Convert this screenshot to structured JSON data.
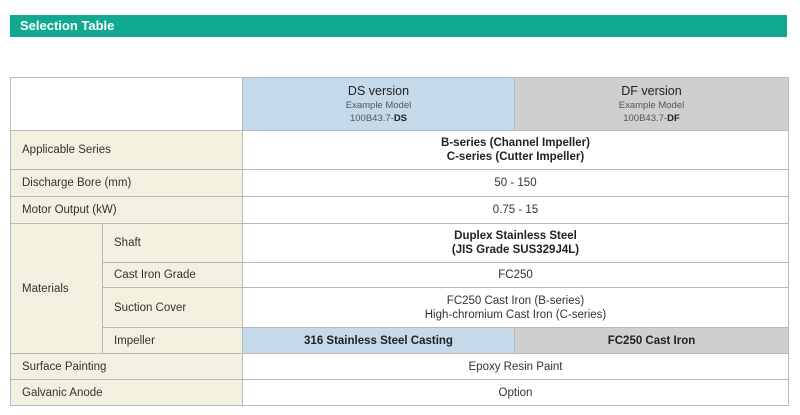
{
  "title": "Selection Table",
  "columns": {
    "ds": {
      "name": "DS version",
      "example_label": "Example Model",
      "model_prefix": "100B43.7-",
      "model_suffix": "DS"
    },
    "df": {
      "name": "DF version",
      "example_label": "Example Model",
      "model_prefix": "100B43.7-",
      "model_suffix": "DF"
    }
  },
  "rows": {
    "applicable_series": {
      "label": "Applicable Series",
      "value_line1": "B-series (Channel Impeller)",
      "value_line2": "C-series (Cutter Impeller)"
    },
    "discharge_bore": {
      "label": "Discharge Bore (mm)",
      "value": "50 - 150"
    },
    "motor_output": {
      "label": "Motor Output (kW)",
      "value": "0.75 - 15"
    },
    "materials": {
      "label": "Materials",
      "shaft": {
        "label": "Shaft",
        "value_line1": "Duplex Stainless Steel",
        "value_line2": "(JIS Grade SUS329J4L)"
      },
      "cast_iron_grade": {
        "label": "Cast Iron Grade",
        "value": "FC250"
      },
      "suction_cover": {
        "label": "Suction Cover",
        "value_line1": "FC250 Cast Iron (B-series)",
        "value_line2": "High-chromium Cast Iron (C-series)"
      },
      "impeller": {
        "label": "Impeller",
        "ds_value": "316 Stainless Steel Casting",
        "df_value": "FC250 Cast Iron"
      }
    },
    "surface_painting": {
      "label": "Surface Painting",
      "value": "Epoxy Resin Paint"
    },
    "galvanic_anode": {
      "label": "Galvanic Anode",
      "value": "Option"
    }
  },
  "colors": {
    "header_bar": "#11a98f",
    "label_bg": "#f3f0df",
    "ds_bg": "#c4daea",
    "df_bg": "#cfcfcf",
    "border": "#b9b9b9"
  }
}
